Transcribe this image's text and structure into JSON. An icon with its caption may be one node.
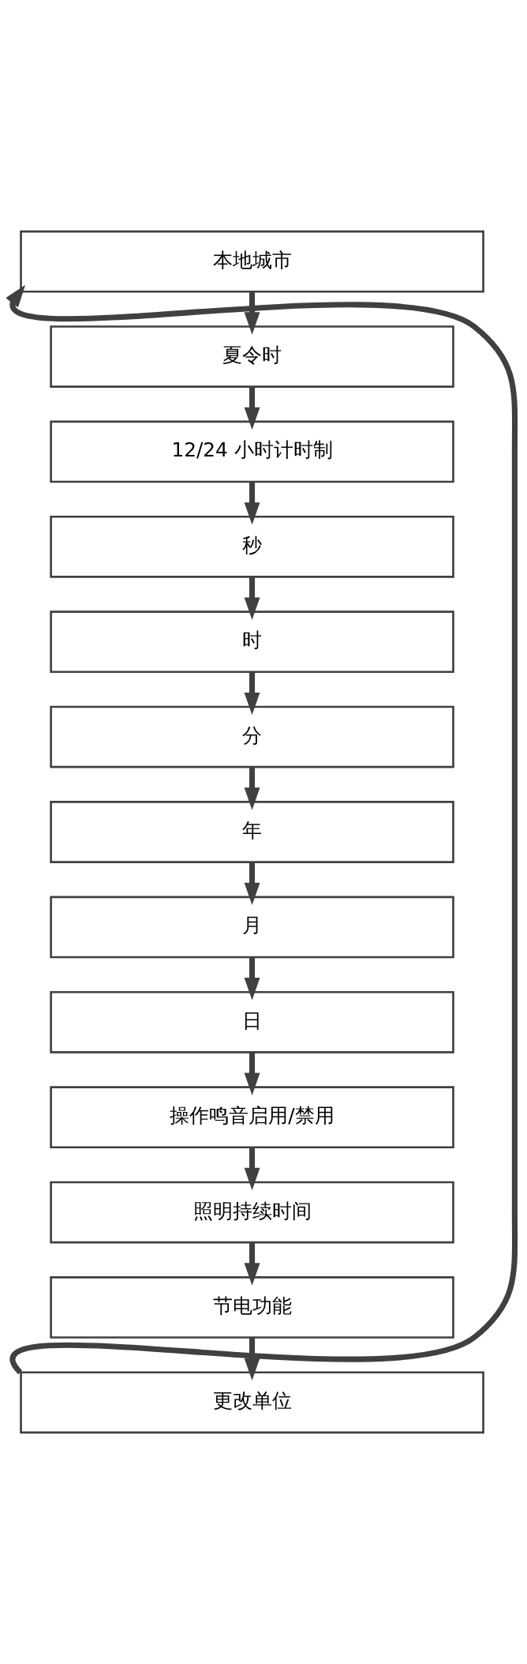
{
  "diagram": {
    "nodes": [
      {
        "text": [
          "本地城市"
        ]
      },
      {
        "text": [
          "夏令时"
        ]
      },
      {
        "text": [
          "12/24 小时计时制"
        ]
      },
      {
        "text": [
          "秒"
        ]
      },
      {
        "text": [
          "时"
        ]
      },
      {
        "text": [
          "分"
        ]
      },
      {
        "text": [
          "年"
        ]
      },
      {
        "text": [
          "月"
        ]
      },
      {
        "text": [
          "日"
        ]
      },
      {
        "text": [
          "操作鸣音启用/禁用"
        ]
      },
      {
        "text": [
          "照明持续时间"
        ]
      },
      {
        "text": [
          "节电功能"
        ]
      },
      {
        "text": [
          "更改单位"
        ]
      }
    ],
    "edges": [
      {
        "from": 0,
        "to": 1,
        "arrow": "to"
      },
      {
        "from": 1,
        "to": 2,
        "arrow": "to"
      },
      {
        "from": 2,
        "to": 3,
        "arrow": "to"
      },
      {
        "from": 3,
        "to": 4,
        "arrow": "to"
      },
      {
        "from": 4,
        "to": 5,
        "arrow": "to"
      },
      {
        "from": 5,
        "to": 6,
        "arrow": "to"
      },
      {
        "from": 6,
        "to": 7,
        "arrow": "to"
      },
      {
        "from": 7,
        "to": 8,
        "arrow": "to"
      },
      {
        "from": 8,
        "to": 9,
        "arrow": "to"
      },
      {
        "from": 9,
        "to": 10,
        "arrow": "to"
      },
      {
        "from": 10,
        "to": 11,
        "arrow": "to"
      },
      {
        "from": 11,
        "to": 12,
        "arrow": "to"
      },
      {
        "from": 12,
        "to": 0,
        "arrow": "to"
      }
    ]
  }
}
